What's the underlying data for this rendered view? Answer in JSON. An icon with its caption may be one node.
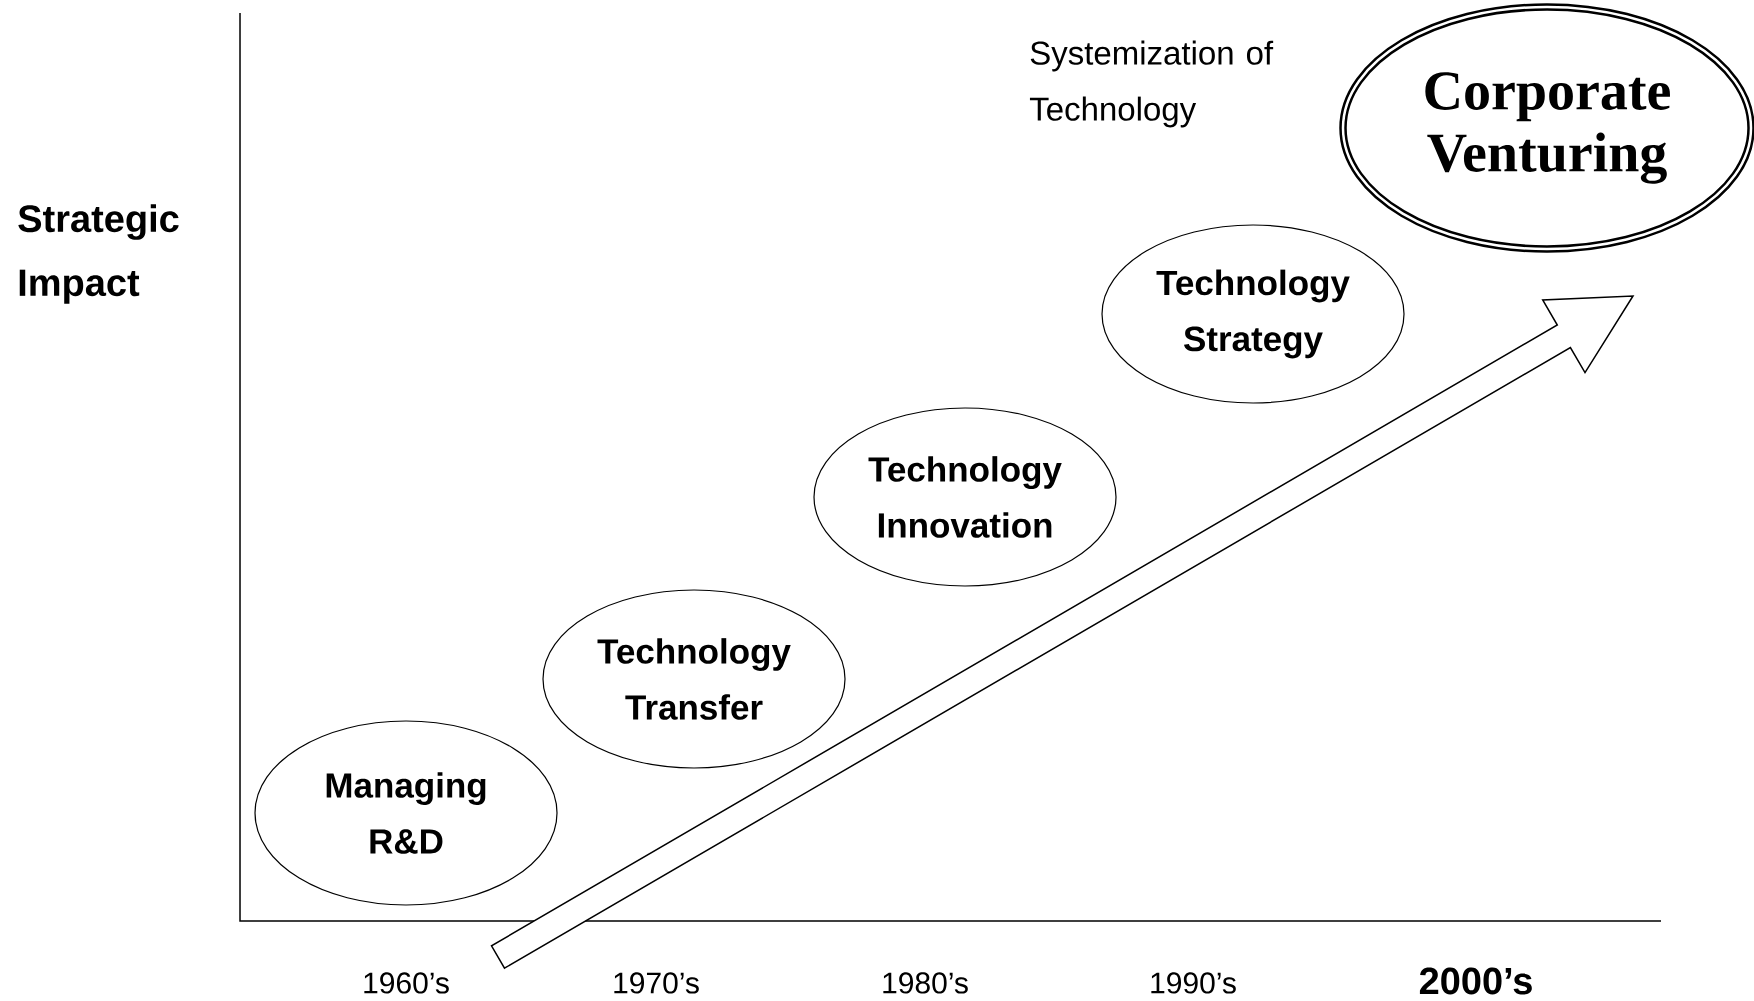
{
  "diagram": {
    "nodes": [
      {
        "text": [
          "Managing R&D"
        ]
      },
      {
        "text": [
          "Technology Transfer"
        ]
      },
      {
        "text": [
          "Technology Innovation"
        ]
      },
      {
        "text": [
          "Technology Strategy"
        ]
      },
      {
        "text": [
          "Corporate Venturing"
        ]
      }
    ],
    "labels": [
      "Systemization of Technology",
      "Strategic Impact",
      "1960’s",
      "1970’s",
      "1980’s",
      "1990’s",
      "2000’s"
    ]
  }
}
